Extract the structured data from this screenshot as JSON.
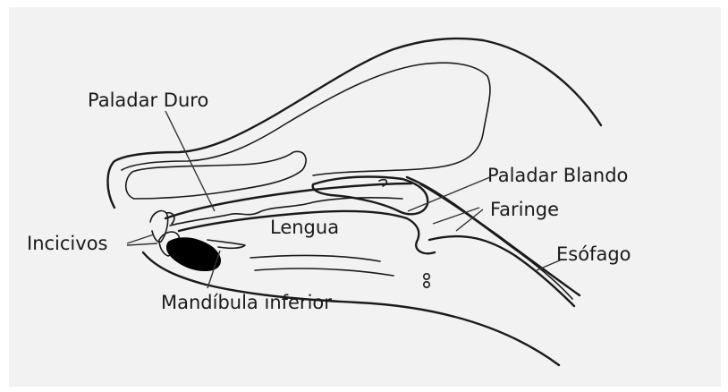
{
  "diagram": {
    "labels": {
      "hard_palate": "Paladar Duro",
      "soft_palate": "Paladar Blando",
      "pharynx": "Faringe",
      "tongue": "Lengua",
      "incisors": "Incicivos",
      "esophagus": "Esófago",
      "lower_jaw": "Mandíbula inferior"
    },
    "colors": {
      "background": "#f2f2f2",
      "ink": "#1a1a1a"
    }
  }
}
